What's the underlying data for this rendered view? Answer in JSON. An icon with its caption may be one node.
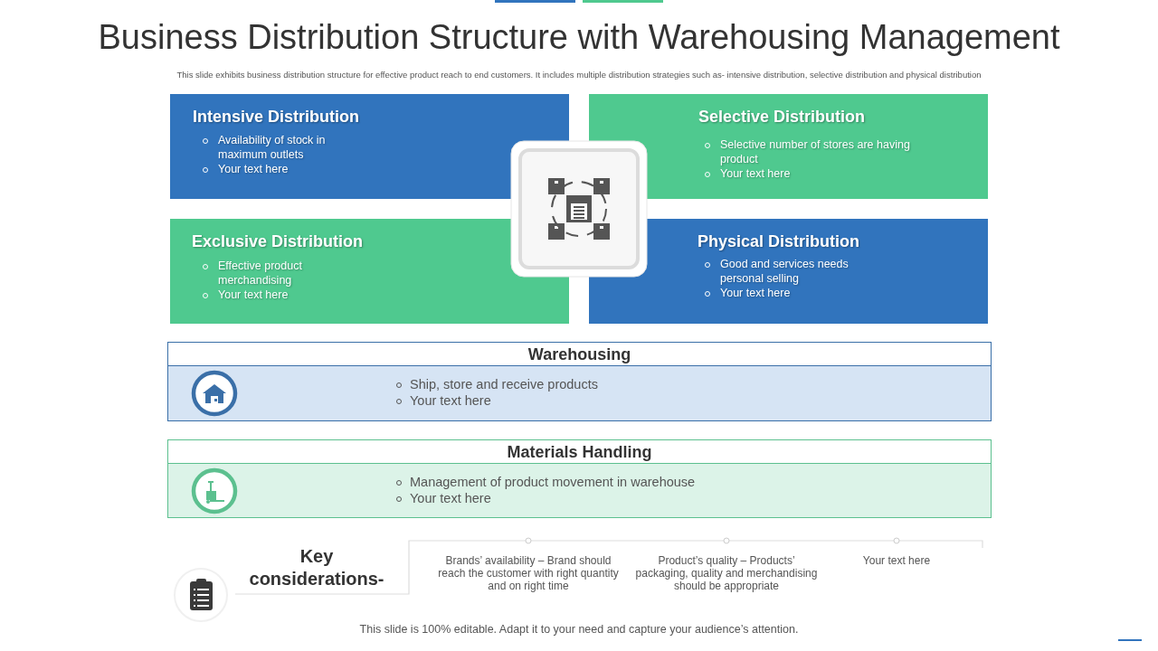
{
  "diagram": {
    "title": "Business Distribution Structure with Warehousing Management",
    "nodes": [
      {
        "text": [
          "Intensive Distribution",
          "Availability of stock in maximum outlets",
          "Your text here"
        ]
      },
      {
        "text": [
          "Selective Distribution",
          "Selective number of stores are having product",
          "Your text here"
        ]
      },
      {
        "text": [
          "Exclusive Distribution",
          "Effective product merchandising",
          "Your text here"
        ]
      },
      {
        "text": [
          "Physical Distribution",
          "Good and services needs personal selling",
          "Your text here"
        ]
      },
      {
        "text": [
          "Warehousing",
          "Ship, store and receive products",
          "Your text here"
        ]
      },
      {
        "text": [
          "Materials Handling",
          "Management of product movement in warehouse",
          "Your text here"
        ]
      }
    ],
    "labels": [
      "This slide exhibits business distribution structure for effective product reach to end customers. It includes multiple  distribution strategies such as- intensive distribution, selective distribution and physical distribution",
      "Key considerations-",
      "Brands’ availability – Brand should reach the customer with right quantity and on right time",
      "Product’s quality – Products’ packaging, quality and merchandising should be appropriate",
      "Your text here",
      "This slide is 100% editable. Adapt it to your need and capture your audience’s attention."
    ]
  }
}
